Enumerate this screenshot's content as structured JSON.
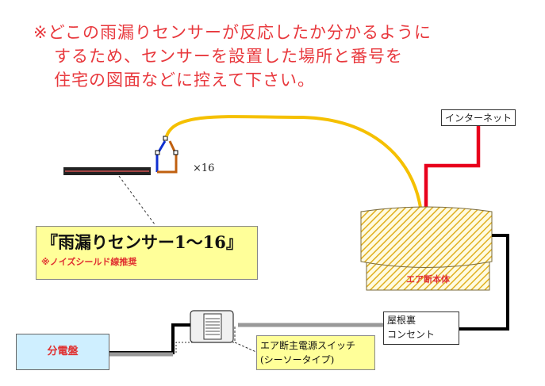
{
  "note": {
    "line1": "※どこの雨漏りセンサーが反応したか分かるように",
    "line2": "するため、センサーを設置した場所と番号を",
    "line3": "住宅の図面などに控えて下さい。"
  },
  "labels": {
    "internet": "インターネット",
    "sensor_count": "×16",
    "sensor_title": "『雨漏りセンサー1～16』",
    "sensor_note": "※ノイズシールド線推奨",
    "unit": "エア断本体",
    "outlet_line1": "屋根裏",
    "outlet_line2": "コンセント",
    "switch_line1": "エア断主電源スイッチ",
    "switch_line2": "(シーソータイプ)",
    "panel": "分電盤"
  },
  "colors": {
    "note_red": "#e8383d",
    "sensor_cable": "#f5c000",
    "internet_cable": "#e8001c",
    "power_cable": "#000000",
    "gray_cable": "#999999",
    "sensor_box_fill": "#ffff99",
    "panel_fill": "#cfefff"
  }
}
